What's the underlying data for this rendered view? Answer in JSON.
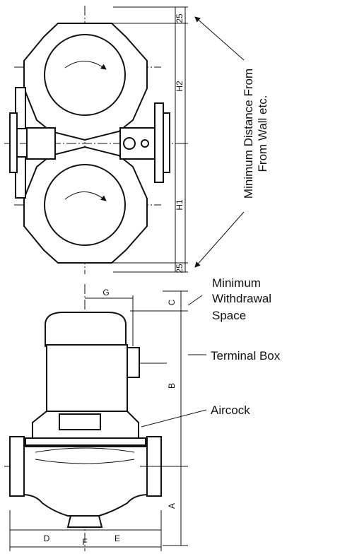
{
  "top_view": {
    "dims": {
      "top_clearance": "25",
      "h2": "H2",
      "h1": "H1",
      "bottom_clearance": "25"
    },
    "note_line1": "Minimum Distance From",
    "note_line2": "From Wall etc."
  },
  "side_view": {
    "dims": {
      "c": "C",
      "b": "B",
      "a": "A",
      "g": "G",
      "d": "D",
      "e": "E",
      "f": "F"
    },
    "callouts": {
      "withdrawal_line1": "Minimum",
      "withdrawal_line2": "Withdrawal",
      "withdrawal_line3": "Space",
      "terminal_box": "Terminal Box",
      "aircock": "Aircock"
    }
  }
}
